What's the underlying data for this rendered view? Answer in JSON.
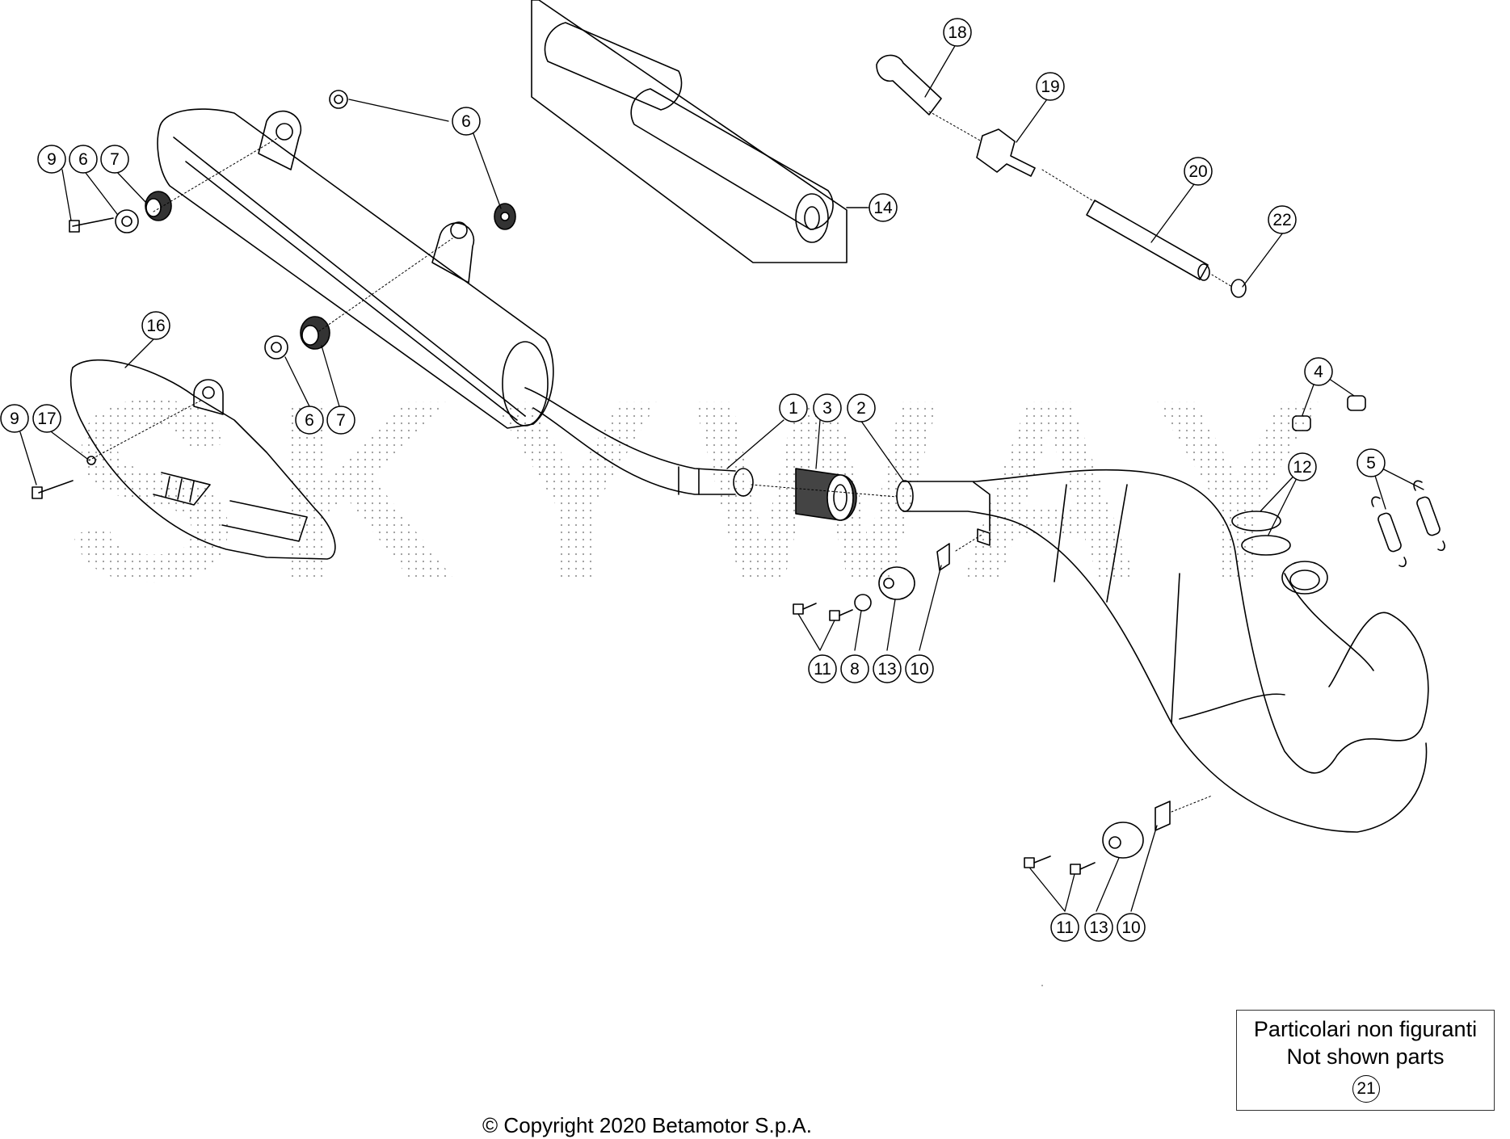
{
  "watermark": "SKYWAY",
  "callouts": [
    {
      "id": "c1",
      "text": "1"
    },
    {
      "id": "c2",
      "text": "2"
    },
    {
      "id": "c3",
      "text": "3"
    },
    {
      "id": "c4",
      "text": "4"
    },
    {
      "id": "c5",
      "text": "5"
    },
    {
      "id": "c6a",
      "text": "6"
    },
    {
      "id": "c6b",
      "text": "6"
    },
    {
      "id": "c6c",
      "text": "6"
    },
    {
      "id": "c7a",
      "text": "7"
    },
    {
      "id": "c7b",
      "text": "7"
    },
    {
      "id": "c8",
      "text": "8"
    },
    {
      "id": "c9a",
      "text": "9"
    },
    {
      "id": "c9b",
      "text": "9"
    },
    {
      "id": "c10a",
      "text": "10"
    },
    {
      "id": "c10b",
      "text": "10"
    },
    {
      "id": "c11a",
      "text": "11"
    },
    {
      "id": "c11b",
      "text": "11"
    },
    {
      "id": "c12",
      "text": "12"
    },
    {
      "id": "c13a",
      "text": "13"
    },
    {
      "id": "c13b",
      "text": "13"
    },
    {
      "id": "c14",
      "text": "14"
    },
    {
      "id": "c16",
      "text": "16"
    },
    {
      "id": "c17",
      "text": "17"
    },
    {
      "id": "c18",
      "text": "18"
    },
    {
      "id": "c19",
      "text": "19"
    },
    {
      "id": "c20",
      "text": "20"
    },
    {
      "id": "c22",
      "text": "22"
    }
  ],
  "legend": {
    "line1": "Particolari non figuranti",
    "line2": "Not shown parts",
    "callout": "21"
  },
  "copyright": "© Copyright 2020 Betamotor S.p.A."
}
